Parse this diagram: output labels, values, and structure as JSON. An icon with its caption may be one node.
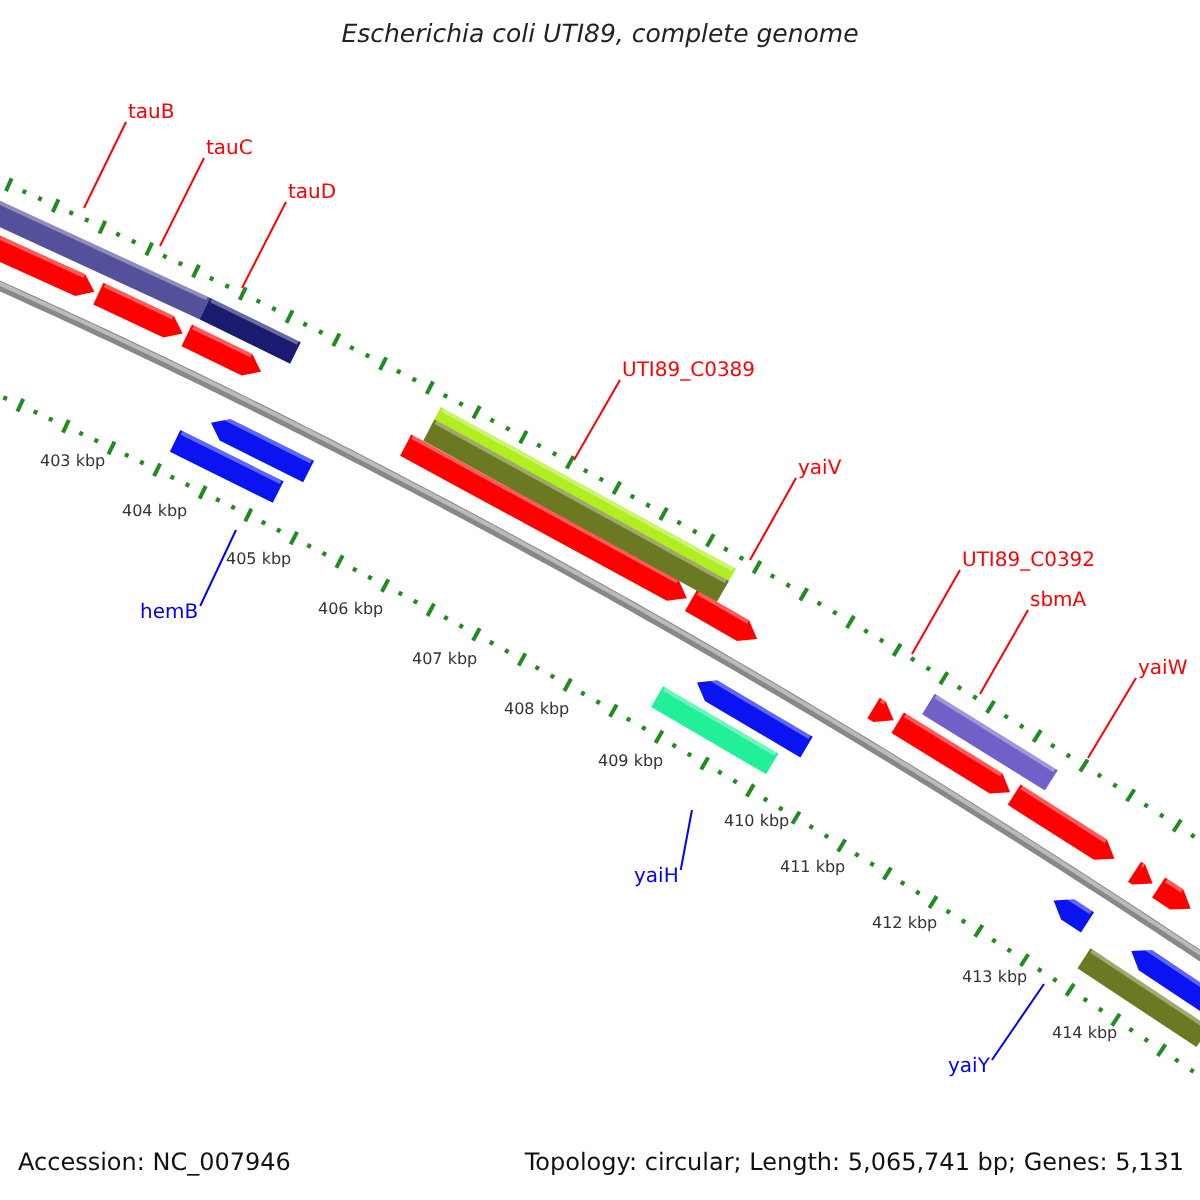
{
  "diagram": {
    "title": "Escherichia coli UTI89, complete genome",
    "nodes": [
      {
        "text": [
          "tauB"
        ]
      },
      {
        "text": [
          "tauC"
        ]
      },
      {
        "text": [
          "tauD"
        ]
      },
      {
        "text": [
          "UTI89_C0389"
        ]
      },
      {
        "text": [
          "yaiV"
        ]
      },
      {
        "text": [
          "UTI89_C0392"
        ]
      },
      {
        "text": [
          "sbmA"
        ]
      },
      {
        "text": [
          "yaiW"
        ]
      },
      {
        "text": [
          "hemB"
        ]
      },
      {
        "text": [
          "yaiH"
        ]
      },
      {
        "text": [
          "yaiY"
        ]
      }
    ],
    "edges": [
      {
        "from": 0,
        "to": null,
        "arrow": "none"
      },
      {
        "from": 1,
        "to": null,
        "arrow": "none"
      },
      {
        "from": 2,
        "to": null,
        "arrow": "none"
      },
      {
        "from": 3,
        "to": null,
        "arrow": "none"
      },
      {
        "from": 4,
        "to": null,
        "arrow": "none"
      },
      {
        "from": 5,
        "to": null,
        "arrow": "none"
      },
      {
        "from": 6,
        "to": null,
        "arrow": "none"
      },
      {
        "from": 7,
        "to": null,
        "arrow": "none"
      },
      {
        "from": 8,
        "to": null,
        "arrow": "none",
        "color": "#0000ff"
      },
      {
        "from": 9,
        "to": null,
        "arrow": "none",
        "color": "#0000ff"
      },
      {
        "from": 10,
        "to": null,
        "arrow": "none",
        "color": "#0000ff"
      }
    ],
    "labels": [
      "403 kbp",
      "404 kbp",
      "405 kbp",
      "406 kbp",
      "407 kbp",
      "408 kbp",
      "409 kbp",
      "410 kbp",
      "411 kbp",
      "412 kbp",
      "413 kbp",
      "414 kbp",
      "Accession: NC_007946",
      "Topology: circular; Length: 5,065,741 bp; Genes: 5,131"
    ]
  }
}
